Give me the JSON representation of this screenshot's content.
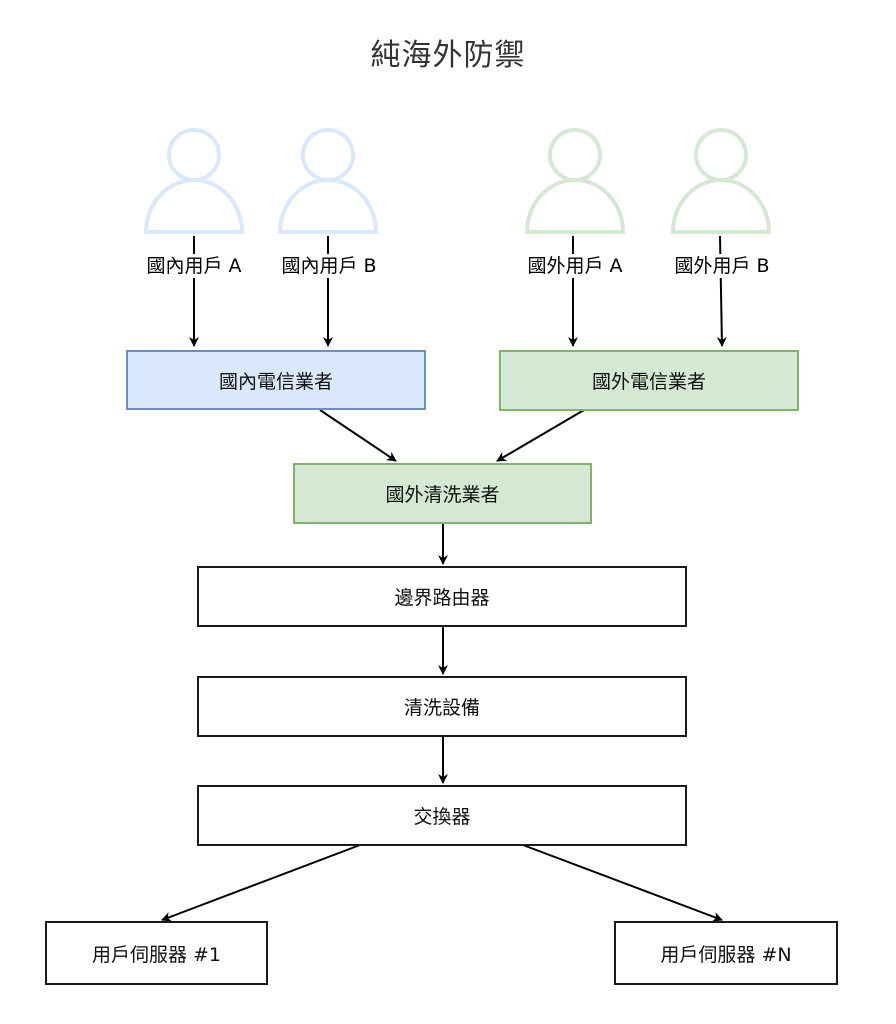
{
  "diagram": {
    "title": "純海外防禦",
    "actors": [
      {
        "id": "domestic-user-a",
        "label": "國內用戶 A",
        "group": "domestic"
      },
      {
        "id": "domestic-user-b",
        "label": "國內用戶 B",
        "group": "domestic"
      },
      {
        "id": "foreign-user-a",
        "label": "國外用戶 A",
        "group": "foreign"
      },
      {
        "id": "foreign-user-b",
        "label": "國外用戶 B",
        "group": "foreign"
      }
    ],
    "nodes": {
      "domestic_telecom": "國內電信業者",
      "foreign_telecom": "國外電信業者",
      "foreign_scrubbing": "國外清洗業者",
      "border_router": "邊界路由器",
      "scrubbing_device": "清洗設備",
      "switch": "交換器",
      "server_1": "用戶伺服器 #1",
      "server_n": "用戶伺服器 #N"
    },
    "edges": [
      {
        "from": "國內用戶 A",
        "to": "國內電信業者"
      },
      {
        "from": "國內用戶 B",
        "to": "國內電信業者"
      },
      {
        "from": "國外用戶 A",
        "to": "國外電信業者"
      },
      {
        "from": "國外用戶 B",
        "to": "國外電信業者"
      },
      {
        "from": "國內電信業者",
        "to": "國外清洗業者"
      },
      {
        "from": "國外電信業者",
        "to": "國外清洗業者"
      },
      {
        "from": "國外清洗業者",
        "to": "邊界路由器"
      },
      {
        "from": "邊界路由器",
        "to": "清洗設備"
      },
      {
        "from": "清洗設備",
        "to": "交換器"
      },
      {
        "from": "交換器",
        "to": "用戶伺服器 #1"
      },
      {
        "from": "交換器",
        "to": "用戶伺服器 #N"
      }
    ],
    "colors": {
      "domestic_fill": "#dae8fc",
      "domestic_stroke": "#6c8ebf",
      "foreign_fill": "#d5e8d4",
      "foreign_stroke": "#82b366",
      "domestic_actor": "#dae8fc",
      "foreign_actor": "#d5e8d4"
    }
  }
}
